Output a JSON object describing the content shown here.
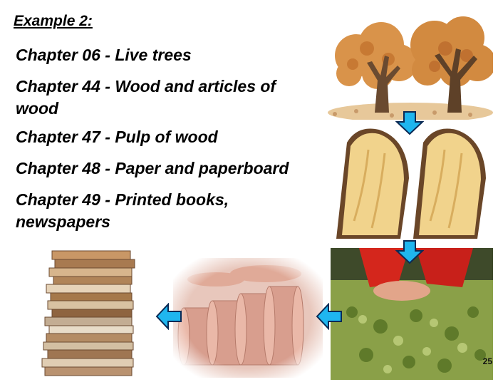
{
  "heading": "Example 2:",
  "chapters": [
    "Chapter 06 - Live trees",
    "Chapter 44 - Wood and articles of wood",
    "Chapter 47 - Pulp of wood",
    "Chapter 48 - Paper and paperboard",
    "Chapter 49 - Printed books, newspapers"
  ],
  "page_number": "25",
  "images": {
    "trees": "autumn-trees-photo",
    "logs": "cut-wood-logs-photo",
    "pulp": "wood-pulp-photo",
    "paper": "paper-rolls-photo",
    "books": "stack-of-books-photo"
  },
  "colors": {
    "arrow_fill": "#1fb6ef",
    "arrow_stroke": "#0b2a55"
  }
}
